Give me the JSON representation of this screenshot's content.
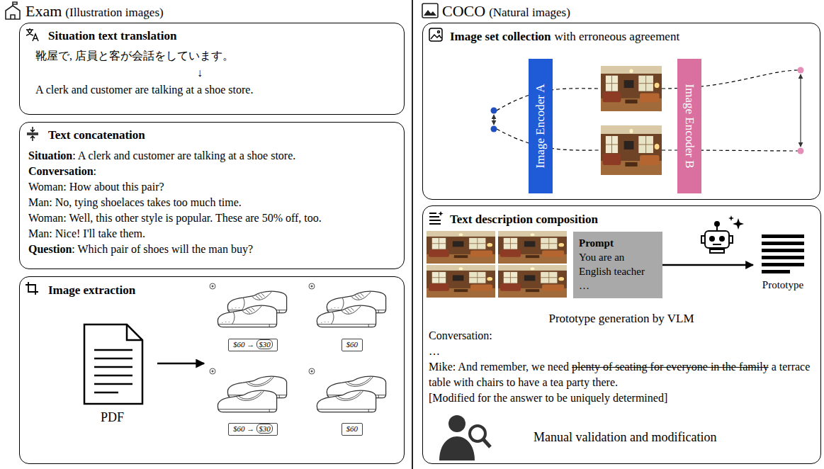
{
  "diagram": {
    "nodes": [
      {
        "text": [
          "Situation text translation",
          "靴屋で, 店員と客が会話をしています。",
          "↓",
          "A clerk and customer are talking at a shoe store."
        ]
      },
      {
        "text": [
          "Text concatenation",
          "Situation",
          ": A clerk and customer are talking at a shoe store.",
          "Conversation",
          ":",
          "Woman: How about this pair?",
          "Man: No, tying shoelaces takes too much time.",
          "Woman: Well, this other style is popular. These are 50% off, too.",
          "Man: Nice! I'll take them.",
          "Question",
          ": Which pair of shoes will the man buy?"
        ]
      },
      {
        "text": [
          "Image extraction"
        ]
      },
      {
        "text": [
          "PDF"
        ],
        "in": 2
      },
      {
        "text": [
          "$60 →",
          "$30"
        ],
        "in": 2
      },
      {
        "text": [
          "$60"
        ],
        "in": 2
      },
      {
        "text": [
          "$60 →",
          "$30"
        ],
        "in": 2
      },
      {
        "text": [
          "$60"
        ],
        "in": 2
      },
      {
        "text": [
          "Image set collection",
          "with erroneous agreement"
        ]
      },
      {
        "text": [
          "Image Encoder A"
        ],
        "in": 8
      },
      {
        "text": [
          "Image Encoder B"
        ],
        "in": 8
      },
      {
        "text": [
          "Text description composition",
          "Prototype generation by VLM",
          "Conversation:",
          "…",
          "Mike: And remember, we need",
          "plenty of seating for everyone in the family",
          "a terrace table with chairs to have a tea party there.",
          "[Modified for the answer to be uniquely determined]",
          "Manual validation and modification"
        ]
      },
      {
        "text": [
          "Prompt",
          "You are an English teacher",
          "…"
        ],
        "in": 11
      },
      {
        "text": [
          "Prototype"
        ],
        "in": 11
      }
    ],
    "edges": [
      {
        "from": 12,
        "to": 13,
        "arrow": "to"
      }
    ],
    "labels": [
      "Exam",
      "(Illustration images)",
      "COCO",
      "(Natural images)"
    ]
  }
}
